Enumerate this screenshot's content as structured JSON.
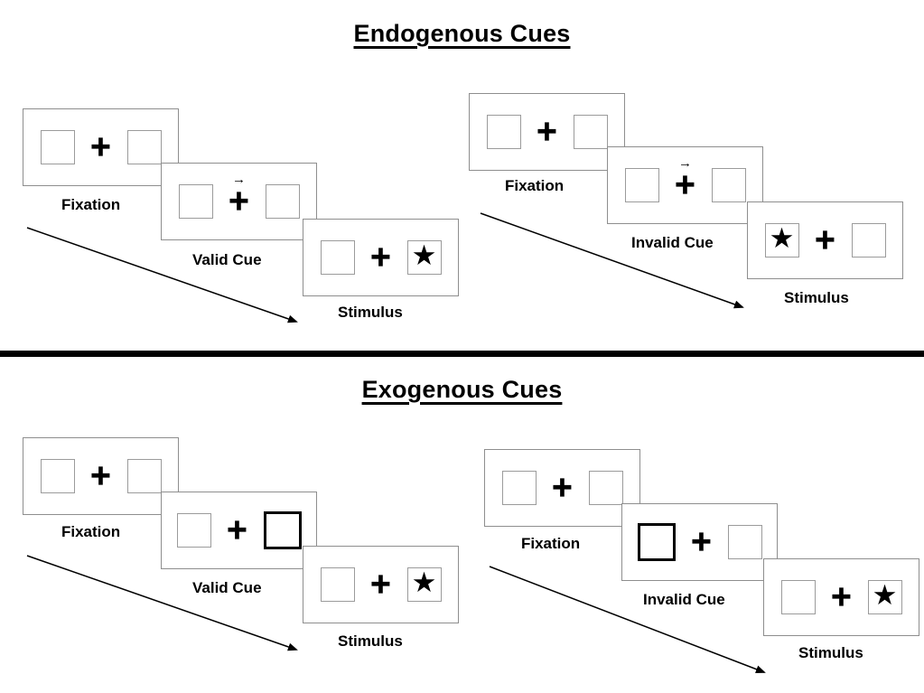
{
  "glyphs": {
    "plus": "+",
    "star": "★",
    "cue_arrow": "→"
  },
  "colors": {
    "panel_border": "#8e8e8e",
    "square_border": "#9b9b9b",
    "bold_square_border": "#000000",
    "text": "#000000",
    "divider": "#000000"
  },
  "sections": [
    {
      "id": "endogenous",
      "title": "Endogenous Cues",
      "sequences": [
        {
          "id": "valid",
          "steps": [
            {
              "label": "Fixation",
              "left_box": "empty",
              "right_box": "empty",
              "cue": "none"
            },
            {
              "label": "Valid Cue",
              "left_box": "empty",
              "right_box": "empty",
              "cue": "arrow-right-above-fixation"
            },
            {
              "label": "Stimulus",
              "left_box": "empty",
              "right_box": "star",
              "cue": "none"
            }
          ]
        },
        {
          "id": "invalid",
          "steps": [
            {
              "label": "Fixation",
              "left_box": "empty",
              "right_box": "empty",
              "cue": "none"
            },
            {
              "label": "Invalid Cue",
              "left_box": "empty",
              "right_box": "empty",
              "cue": "arrow-right-above-fixation"
            },
            {
              "label": "Stimulus",
              "left_box": "star",
              "right_box": "empty",
              "cue": "none"
            }
          ]
        }
      ]
    },
    {
      "id": "exogenous",
      "title": "Exogenous Cues",
      "sequences": [
        {
          "id": "valid",
          "steps": [
            {
              "label": "Fixation",
              "left_box": "empty",
              "right_box": "empty",
              "cue": "none"
            },
            {
              "label": "Valid Cue",
              "left_box": "empty",
              "right_box": "bold-outline",
              "cue": "right-box-bold-outline"
            },
            {
              "label": "Stimulus",
              "left_box": "empty",
              "right_box": "star",
              "cue": "none"
            }
          ]
        },
        {
          "id": "invalid",
          "steps": [
            {
              "label": "Fixation",
              "left_box": "empty",
              "right_box": "empty",
              "cue": "none"
            },
            {
              "label": "Invalid Cue",
              "left_box": "bold-outline",
              "right_box": "empty",
              "cue": "left-box-bold-outline"
            },
            {
              "label": "Stimulus",
              "left_box": "empty",
              "right_box": "star",
              "cue": "none"
            }
          ]
        }
      ]
    }
  ]
}
